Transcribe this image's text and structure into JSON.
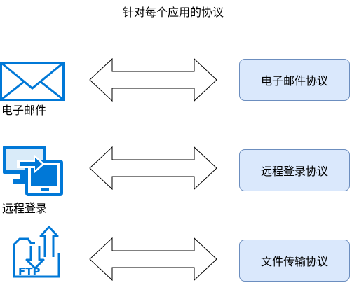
{
  "diagram": {
    "title": "针对每个应用的协议",
    "rows": [
      {
        "app_label": "电子邮件",
        "protocol_label": "电子邮件协议",
        "icon": "envelope-icon"
      },
      {
        "app_label": "远程登录",
        "protocol_label": "远程登录协议",
        "icon": "remote-desktop-icon"
      },
      {
        "app_label": "",
        "protocol_label": "文件传输协议",
        "icon": "ftp-icon"
      }
    ],
    "colors": {
      "box_fill": "#dae8fc",
      "box_stroke": "#6c8ebf",
      "icon_blue": "#0078d7"
    }
  }
}
